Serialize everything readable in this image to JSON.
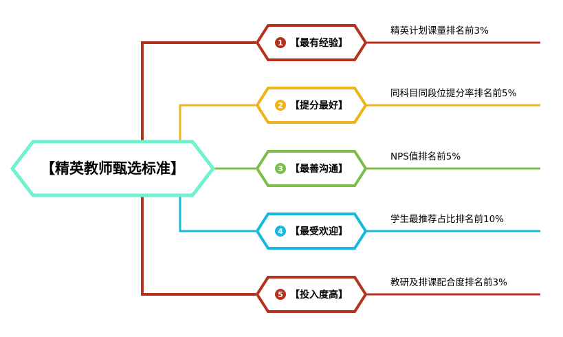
{
  "root": {
    "label": "【精英教师甄选标准】",
    "color": "#6ff2cf"
  },
  "branches": [
    {
      "num": "1",
      "label": "【最有经验】",
      "desc": "精英计划课量排名前3%",
      "color": "#b5321d"
    },
    {
      "num": "2",
      "label": "【提分最好】",
      "desc": "同科目同段位提分率排名前5%",
      "color": "#f0b21b"
    },
    {
      "num": "3",
      "label": "【最善沟通】",
      "desc": "NPS值排名前5%",
      "color": "#7bbf4a"
    },
    {
      "num": "4",
      "label": "【最受欢迎】",
      "desc": "学生最推荐占比排名前10%",
      "color": "#15b9de"
    },
    {
      "num": "5",
      "label": "【投入度高】",
      "desc": "教研及排课配合度排名前3%",
      "color": "#b5321d"
    }
  ]
}
